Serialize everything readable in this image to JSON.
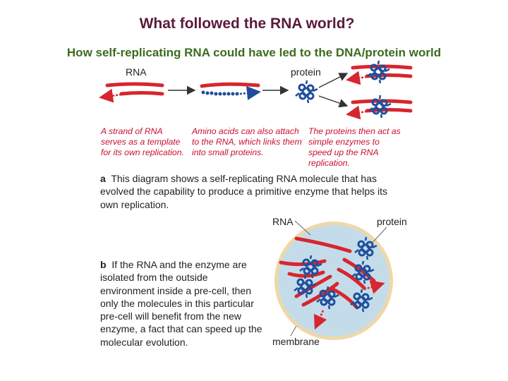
{
  "title": "What followed the RNA world?",
  "subtitle": "How self-replicating RNA could have led to the DNA/protein world",
  "panel_a": {
    "label_rna": "RNA",
    "label_protein": "protein",
    "caption_1": "A strand of RNA serves as a template for its own replication.",
    "caption_2": "Amino acids can also attach to the RNA, which links them into small proteins.",
    "caption_3": "The proteins then act as simple enzymes to speed up the RNA replication.",
    "letter": "a",
    "description": "This diagram shows a self-replicating RNA molecule that has evolved the capability to produce a primitive enzyme that helps its own replication."
  },
  "panel_b": {
    "letter": "b",
    "description": "If the RNA and the enzyme are isolated from the outside environment inside a pre-cell, then only the molecules in this particular pre-cell will benefit from the new enzyme, a fact that can speed up the molecular evolution.",
    "label_rna": "RNA",
    "label_protein": "protein",
    "label_membrane": "membrane"
  },
  "colors": {
    "rna": "#d7262e",
    "protein": "#1f4e9c",
    "cell_fill": "#c4dcea",
    "cell_ring": "#eed8a8"
  }
}
